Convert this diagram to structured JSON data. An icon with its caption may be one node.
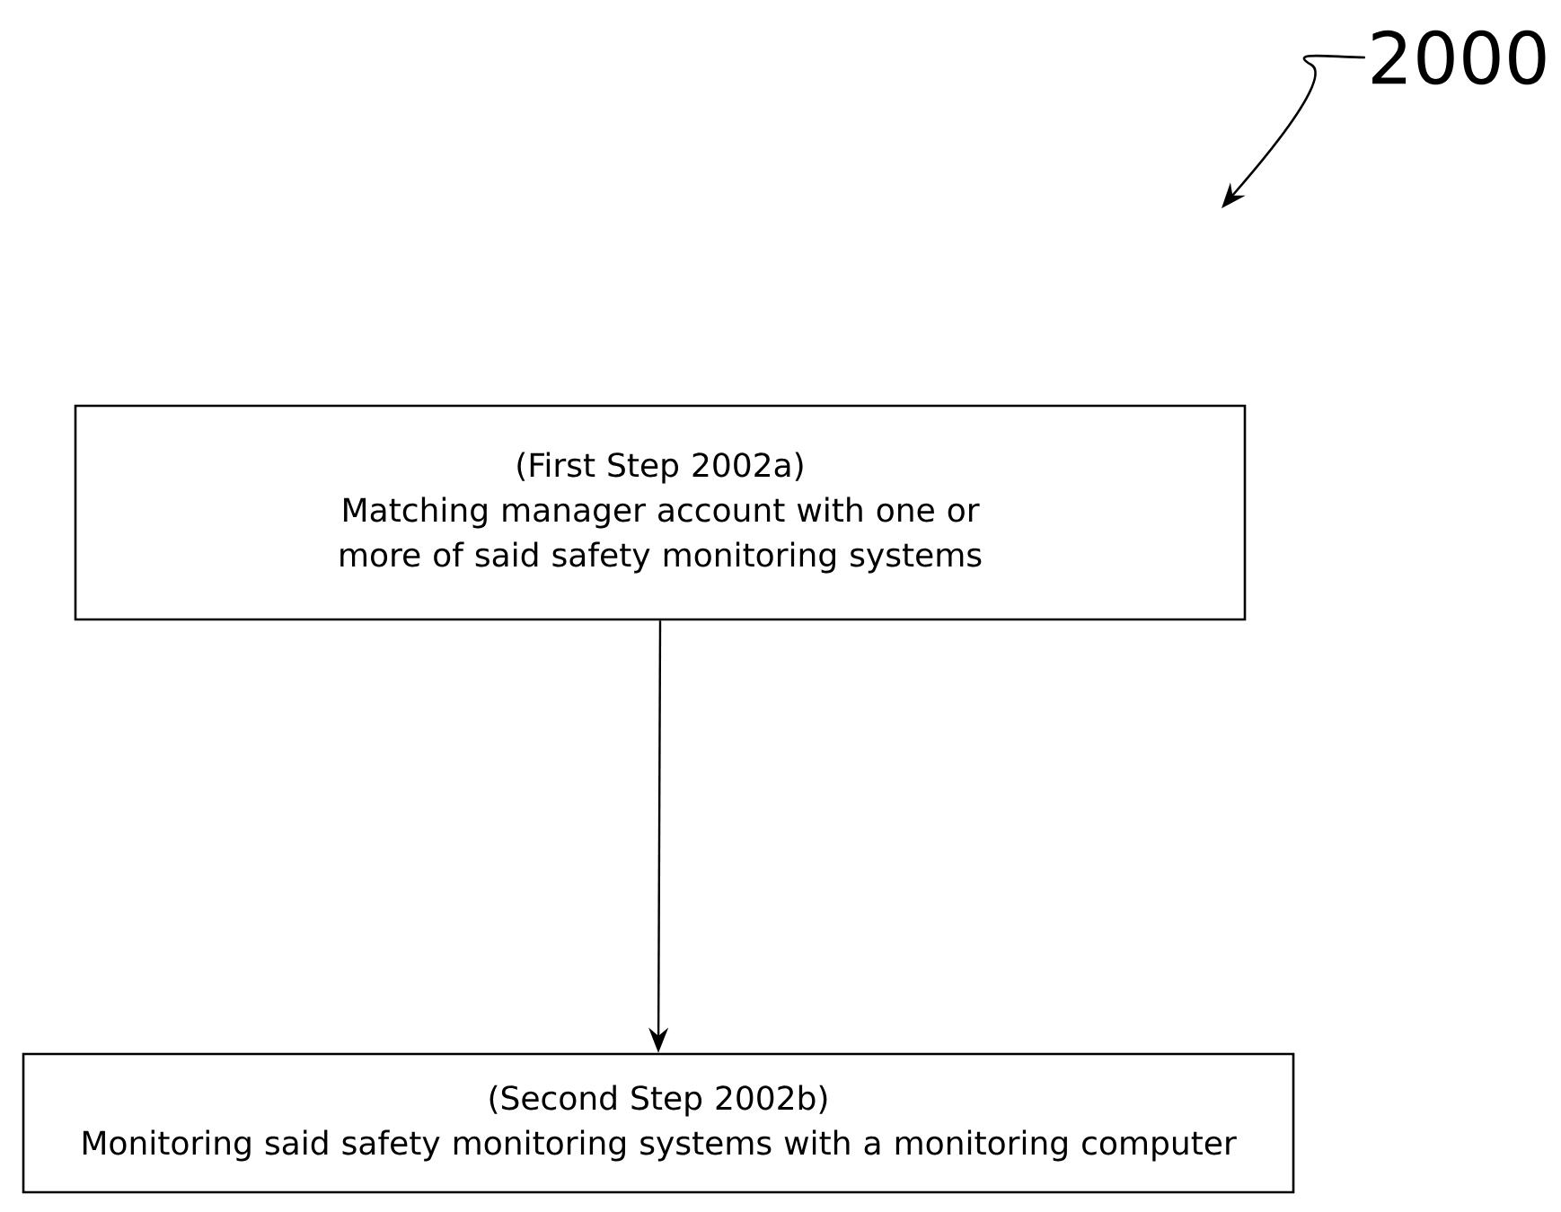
{
  "diagram": {
    "nodes": [
      {
        "text": [
          "2000"
        ]
      },
      {
        "text": [
          "(First Step 2002a)",
          "Matching manager account with one or more of said safety monitoring systems"
        ]
      },
      {
        "text": [
          "(Second Step 2002b)",
          "Monitoring said safety monitoring systems with a monitoring computer"
        ]
      }
    ],
    "edges": [
      {
        "from": 0,
        "to": null,
        "arrow": "to"
      },
      {
        "from": 1,
        "to": 2,
        "arrow": "to"
      }
    ]
  }
}
